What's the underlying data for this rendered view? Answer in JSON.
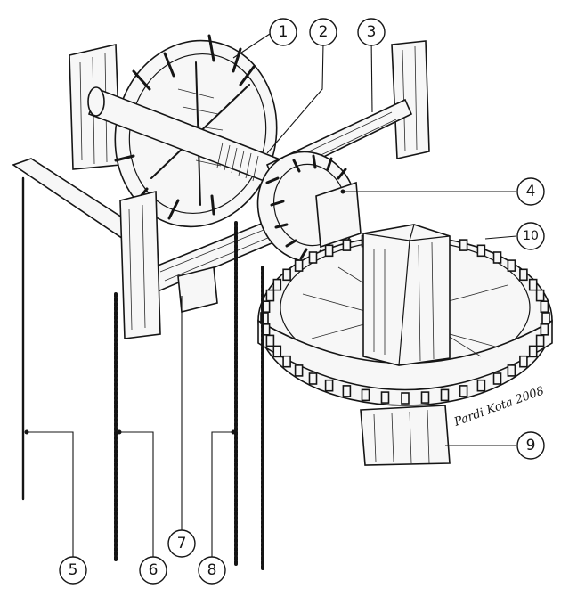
{
  "callouts": [
    {
      "id": "1",
      "label": "1"
    },
    {
      "id": "2",
      "label": "2"
    },
    {
      "id": "3",
      "label": "3"
    },
    {
      "id": "4",
      "label": "4"
    },
    {
      "id": "5",
      "label": "5"
    },
    {
      "id": "6",
      "label": "6"
    },
    {
      "id": "7",
      "label": "7"
    },
    {
      "id": "8",
      "label": "8"
    },
    {
      "id": "9",
      "label": "9"
    },
    {
      "id": "10",
      "label": "10"
    }
  ],
  "signature": "Pardi Kota 2008",
  "colors": {
    "ink": "#151515",
    "paper": "#ffffff"
  }
}
